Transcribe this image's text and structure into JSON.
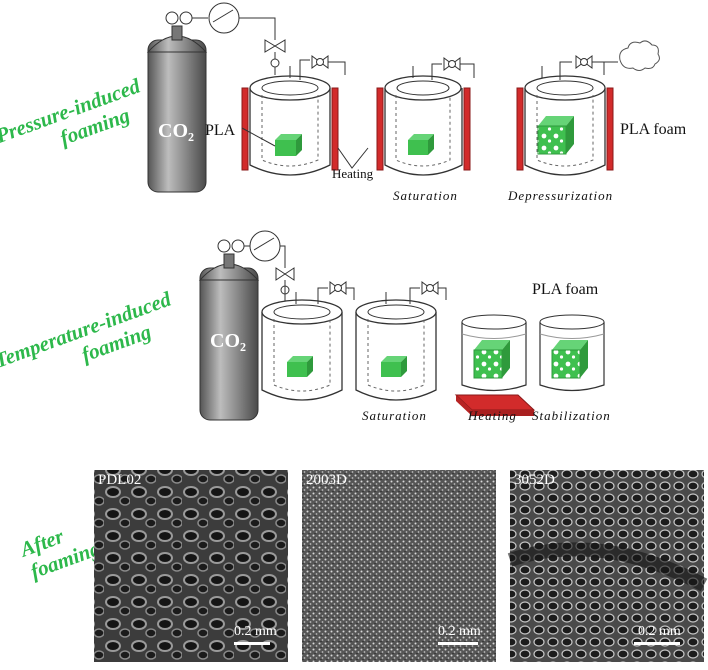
{
  "rows": {
    "pressure": {
      "label_line1": "Pressure-induced",
      "label_line2": "foaming"
    },
    "temperature": {
      "label_line1": "Temperature-induced",
      "label_line2": "foaming"
    },
    "after": {
      "label_line1": "After",
      "label_line2": "foaming"
    }
  },
  "pressure_diagram": {
    "co2_label": "CO₂",
    "pla_label": "PLA",
    "heating_label": "Heating",
    "saturation_label": "Saturation",
    "depressurization_label": "Depressurization",
    "foam_label": "PLA foam"
  },
  "temperature_diagram": {
    "co2_label": "CO₂",
    "foam_label": "PLA foam",
    "saturation_label": "Saturation",
    "heating_label": "Heating",
    "stabilization_label": "Stabilization"
  },
  "sem_images": [
    {
      "label": "PDL02",
      "scale": "0.2 mm"
    },
    {
      "label": "2003D",
      "scale": "0.2 mm"
    },
    {
      "label": "3052D",
      "scale": "0.2 mm"
    }
  ],
  "colors": {
    "label_green": "#2db84b",
    "sample_green": "#3fc04f",
    "heater_red": "#d22b2b",
    "cylinder_gray": "#8a8a8a"
  }
}
